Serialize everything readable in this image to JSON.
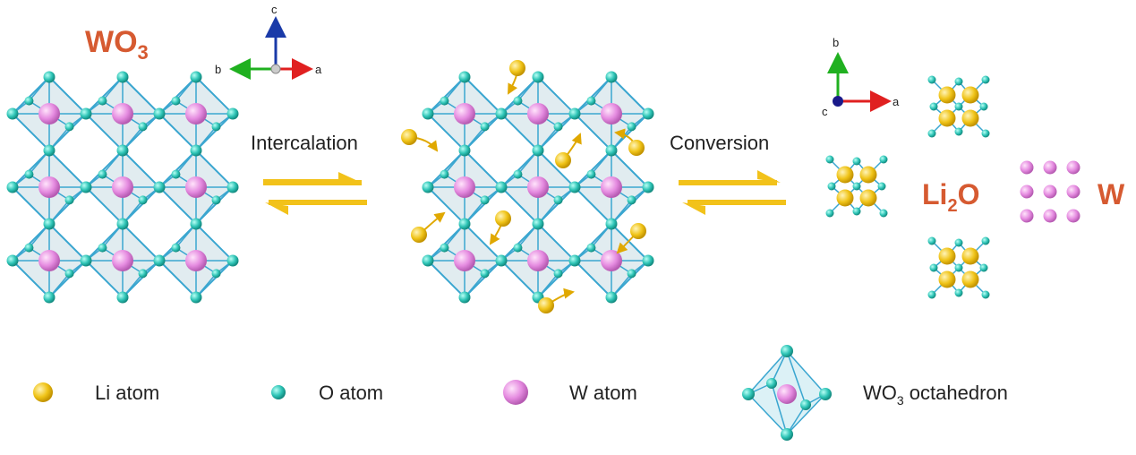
{
  "labels": {
    "wo3_main": "WO",
    "wo3_main_sub": "3",
    "li2o_a": "Li",
    "li2o_sub": "2",
    "li2o_b": "O",
    "w_label": "W",
    "intercalation": "Intercalation",
    "conversion": "Conversion"
  },
  "axes_left": {
    "up": "c",
    "left": "b",
    "right": "a"
  },
  "axes_right": {
    "up": "b",
    "right": "a",
    "center": "c"
  },
  "legend": {
    "li": "Li atom",
    "o": "O atom",
    "w": "W atom",
    "octa_a": "WO",
    "octa_sub": "3",
    "octa_b": " octahedron"
  },
  "colors": {
    "title_orange": "#d65a31",
    "li_yellow": "#f0c419",
    "o_teal": "#2ec4b6",
    "w_pink": "#e58be0",
    "bond_blue": "#3aa6d0",
    "arrow_yellow": "#f2c21a",
    "axis_red": "#e02020",
    "axis_green": "#20b020",
    "axis_blue": "#1a3aa8"
  }
}
